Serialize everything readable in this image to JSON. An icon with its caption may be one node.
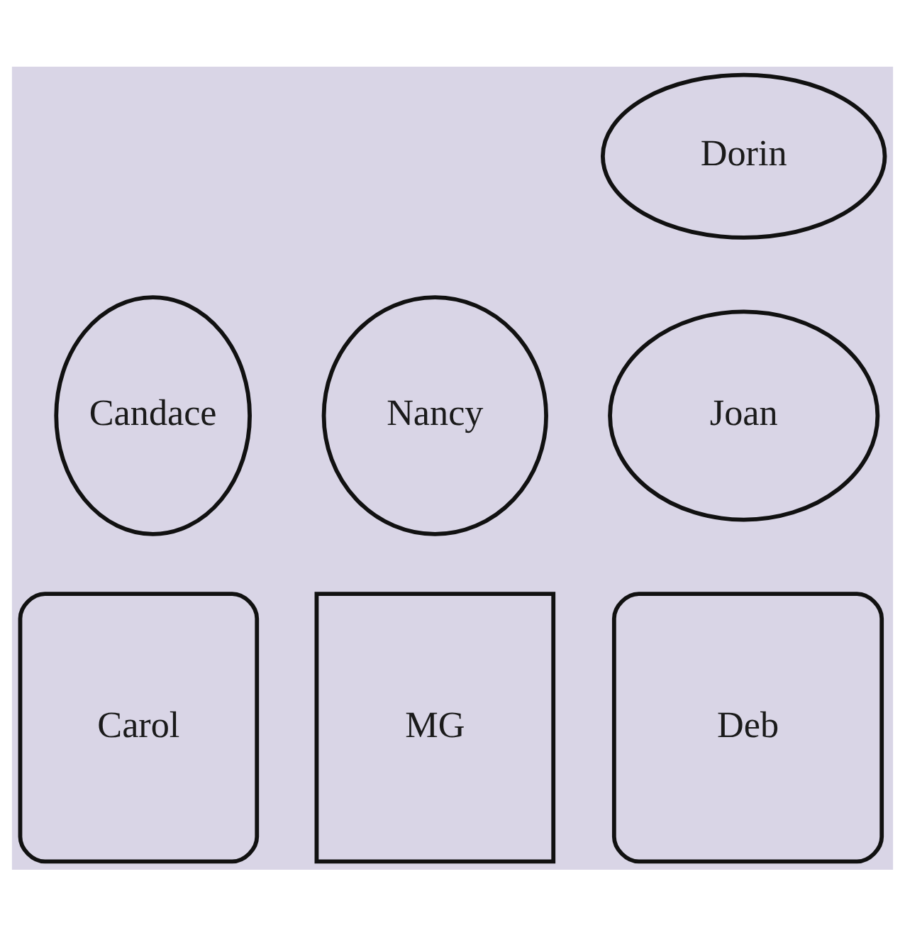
{
  "diagram": {
    "nodes": [
      {
        "text": [
          "Dorin"
        ]
      },
      {
        "text": [
          "Candace"
        ]
      },
      {
        "text": [
          "Nancy"
        ]
      },
      {
        "text": [
          "Joan"
        ]
      },
      {
        "text": [
          "Carol"
        ]
      },
      {
        "text": [
          "MG"
        ]
      },
      {
        "text": [
          "Deb"
        ]
      }
    ],
    "edges": []
  }
}
